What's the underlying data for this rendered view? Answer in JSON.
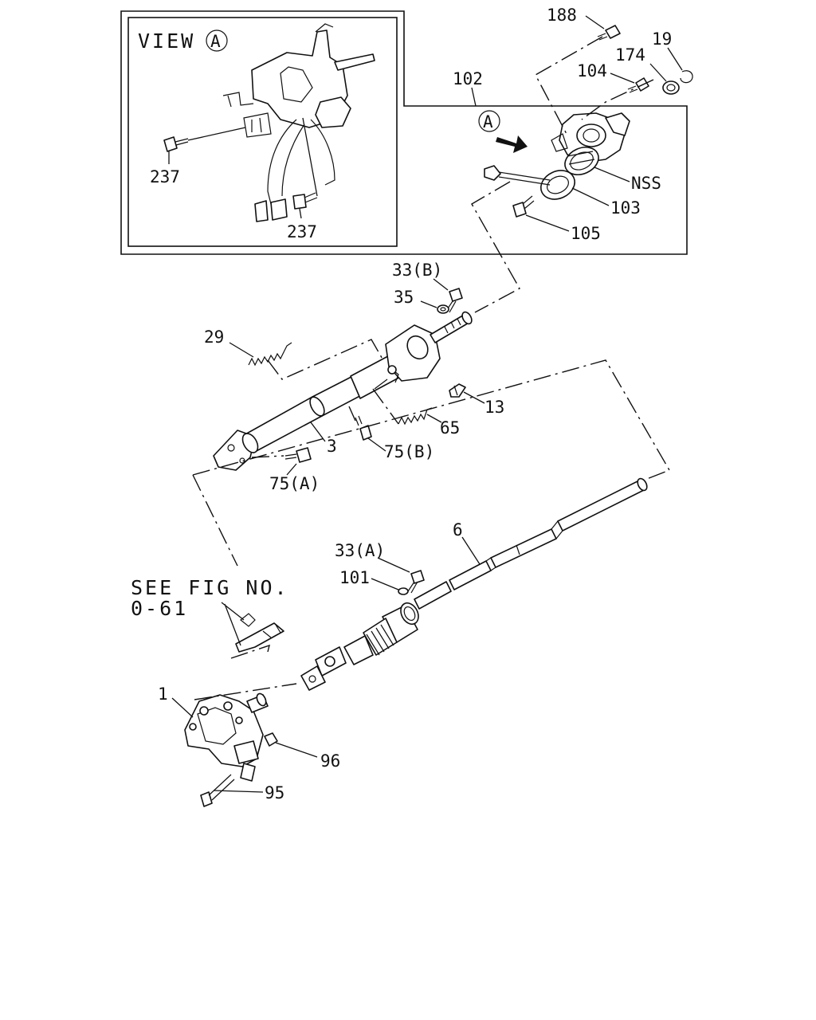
{
  "view_label": {
    "word": "VIEW",
    "letter": "A"
  },
  "view_arrow_letter": "A",
  "see_fig": {
    "line1": "SEE FIG NO.",
    "line2": "0-61"
  },
  "callouts": {
    "c188": "188",
    "c19": "19",
    "c174": "174",
    "c104": "104",
    "c102": "102",
    "cNSS": "NSS",
    "c103": "103",
    "c105": "105",
    "c237a": "237",
    "c237b": "237",
    "c33b": "33(B)",
    "c35": "35",
    "c29": "29",
    "c13": "13",
    "c65": "65",
    "c3": "3",
    "c75b": "75(B)",
    "c75a": "75(A)",
    "c6": "6",
    "c33a": "33(A)",
    "c101": "101",
    "c1": "1",
    "c96": "96",
    "c95": "95"
  }
}
